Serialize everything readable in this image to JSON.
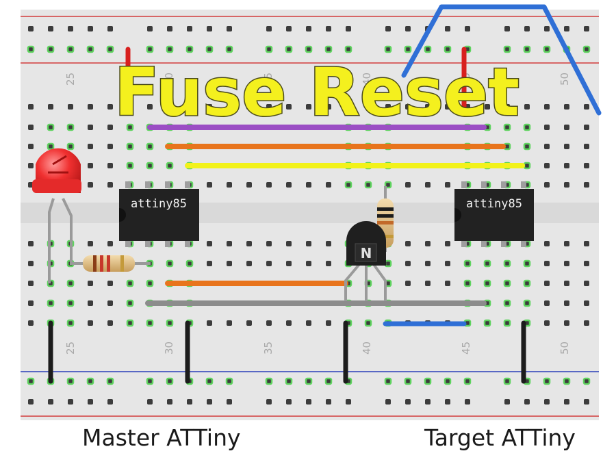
{
  "title": "Fuse Reset",
  "chips": [
    {
      "label": "attiny85"
    },
    {
      "label": "attiny85"
    }
  ],
  "transistor_label": "N",
  "column_numbers": {
    "top": [
      "25",
      "30",
      "35",
      "40",
      "45",
      "50"
    ],
    "bottom": [
      "25",
      "30",
      "35",
      "40",
      "45",
      "50"
    ]
  },
  "captions": {
    "left": "Master ATTiny",
    "right": "Target ATTiny"
  },
  "colors": {
    "title_fill": "#f4f01e",
    "title_stroke": "#4a4a1a",
    "board": "#e6e6e6",
    "rail_red": "#d23b3b",
    "rail_blue": "#2a3fb8",
    "wire_purple": "#9b4ec4",
    "wire_orange": "#e8741c",
    "wire_yellow": "#f2f21a",
    "wire_gray": "#8c8c8c",
    "wire_blue": "#2f6fd6",
    "wire_red": "#d8201e",
    "wire_black": "#1c1c1c",
    "chip_body": "#222222",
    "led_red": "#f03030"
  }
}
